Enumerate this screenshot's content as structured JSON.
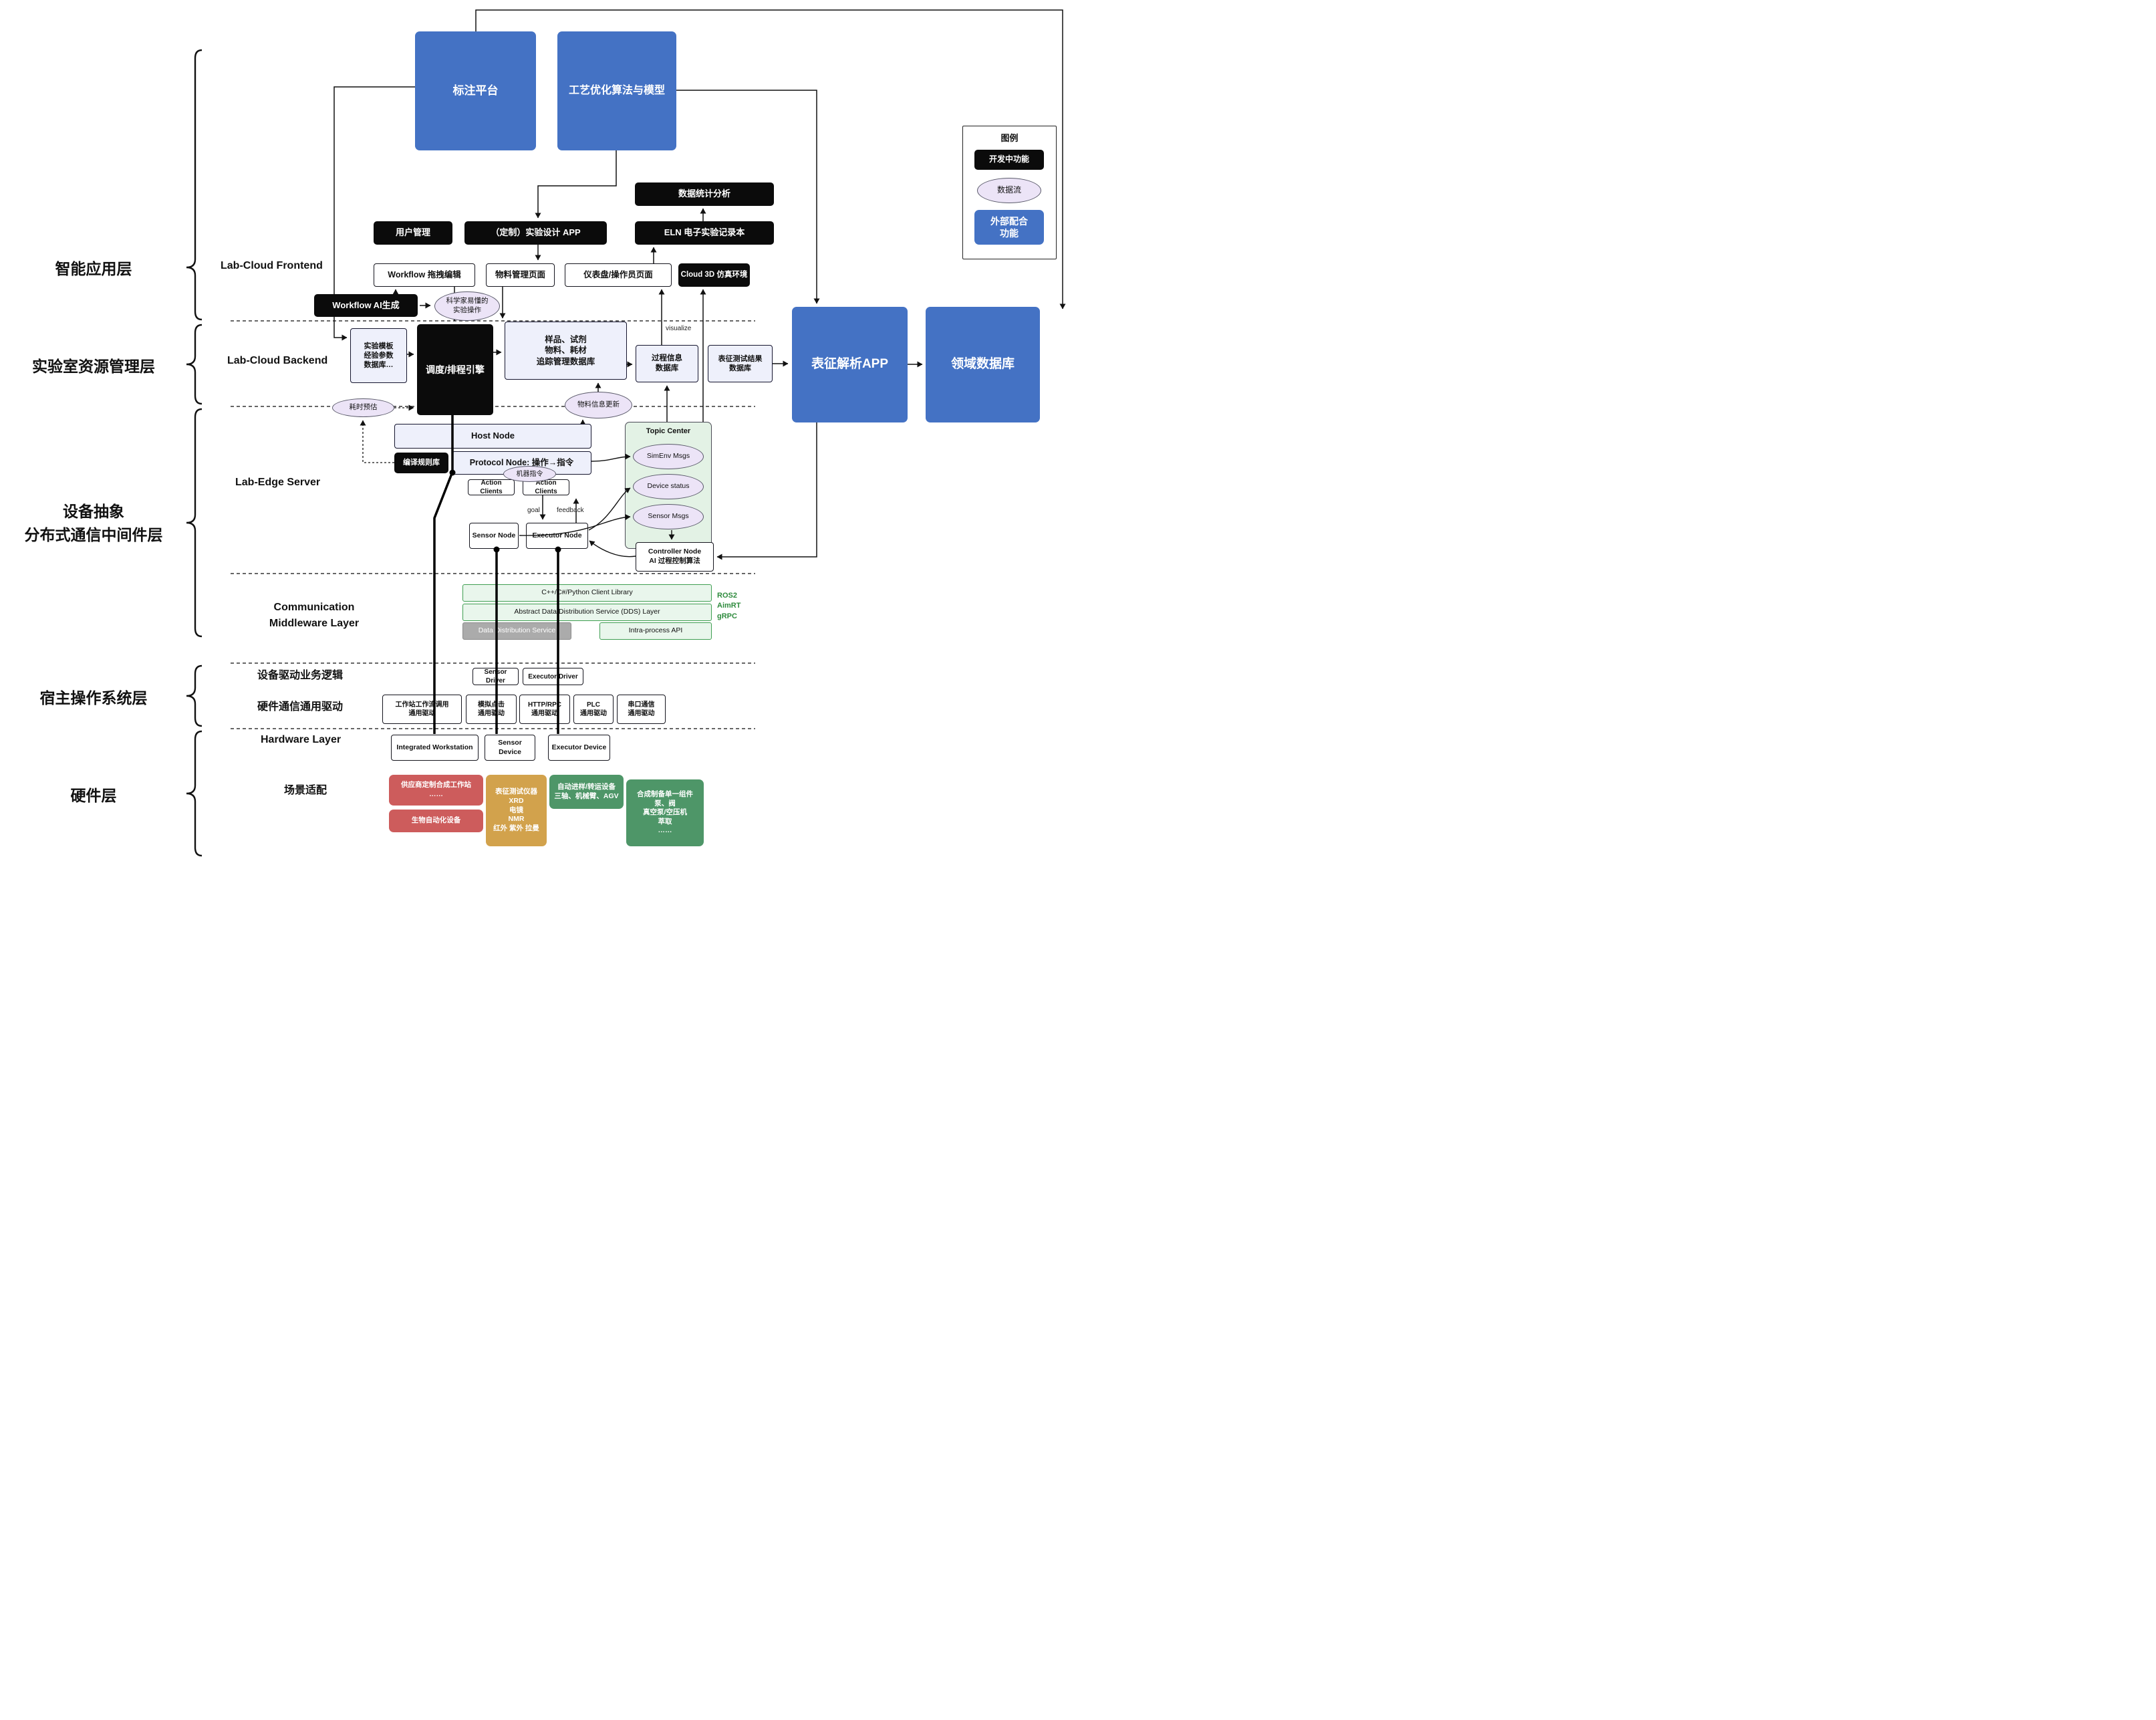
{
  "colors": {
    "external_blue": "#4472c4",
    "dev_black": "#0b0b0b",
    "dataflow_purple": "#ece4f7",
    "middleware_green": "#e9f6ec",
    "topic_green": "#e3f2e5",
    "hw_red": "#cd5c5c",
    "hw_gold": "#d2a24c",
    "hw_green": "#4e9668"
  },
  "layer_labels": {
    "l1": "智能应用层",
    "l2": "实验室资源管理层",
    "l3": "设备抽象\n分布式通信中间件层",
    "l4": "宿主操作系统层",
    "l5": "硬件层"
  },
  "sections": {
    "frontend": "Lab-Cloud Frontend",
    "backend": "Lab-Cloud Backend",
    "edge": "Lab-Edge Server",
    "comm": "Communication\nMiddleware Layer",
    "driver_logic": "设备驱动业务逻辑",
    "hw_comm": "硬件通信通用驱动",
    "hardware": "Hardware Layer",
    "scenario": "场景适配"
  },
  "legend": {
    "title": "图例",
    "dev": "开发中功能",
    "flow": "数据流",
    "external": "外部配合\n功能"
  },
  "app_layer": {
    "annotation": "标注平台",
    "process_opt": "工艺优化算法与模型",
    "data_stats": "数据统计分析",
    "user_mgmt": "用户管理",
    "custom_app": "（定制）实验设计 APP",
    "eln": "ELN 电子实验记录本",
    "workflow_edit": "Workflow 拖拽编辑",
    "material_page": "物料管理页面",
    "dashboard": "仪表盘/操作员页面",
    "cloud3d": "Cloud 3D 仿真环境",
    "workflow_ai": "Workflow AI生成",
    "sci_ops": "科学家易懂的\n实验操作"
  },
  "backend_layer": {
    "template_db": "实验模板\n经验参数\n数据库…",
    "scheduler": "调度/排程引擎",
    "sample_db": "样品、试剂\n物料、耗材\n追踪管理数据库",
    "process_db": "过程信息\n数据库",
    "char_db": "表征测试结果\n数据库",
    "char_app": "表征解析APP",
    "domain_db": "领域数据库",
    "time_est": "耗时预估",
    "material_update": "物料信息更新",
    "visualize": "visualize"
  },
  "edge_layer": {
    "host_node": "Host Node",
    "compile_rules": "编译规则库",
    "protocol_node": "Protocol Node: 操作→指令",
    "machine_instr": "机器指令",
    "action_clients": "Action Clients",
    "topic_center": "Topic Center",
    "simenv": "SimEnv Msgs",
    "device_status": "Device status",
    "sensor_msgs": "Sensor Msgs",
    "goal": "goal",
    "feedback": "feedback",
    "sensor_node": "Sensor Node",
    "executor_node": "Executor Node",
    "controller": "Controller Node\nAI 过程控制算法"
  },
  "middleware": {
    "client_lib": "C++/C#/Python Client Library",
    "dds_abstract": "Abstract Data Distribution Service (DDS) Layer",
    "dds_service": "Data Distribution Service",
    "intra_api": "Intra-process API",
    "stack": "ROS2\nAimRT\ngRPC"
  },
  "os_layer": {
    "sensor_driver": "Sensor Driver",
    "executor_driver": "Executor Driver",
    "drv_workstation": "工作站工作流调用\n通用驱动",
    "drv_click": "模拟点击\n通用驱动",
    "drv_http": "HTTP/RPC\n通用驱动",
    "drv_plc": "PLC\n通用驱动",
    "drv_serial": "串口通信\n通用驱动"
  },
  "hardware_layer": {
    "workstation": "Integrated Workstation",
    "sensor_device": "Sensor Device",
    "executor_device": "Executor Device"
  },
  "scenario_layer": {
    "vendor": "供应商定制合成工作站\n……",
    "bio": "生物自动化设备",
    "char_instr": "表征测试仪器\nXRD\n电镜\nNMR\n红外 紫外 拉曼",
    "transfer": "自动进样/转运设备\n三轴、机械臂、AGV",
    "synth": "合成制备单一组件\n泵、阀\n真空泵/空压机\n萃取\n……"
  }
}
